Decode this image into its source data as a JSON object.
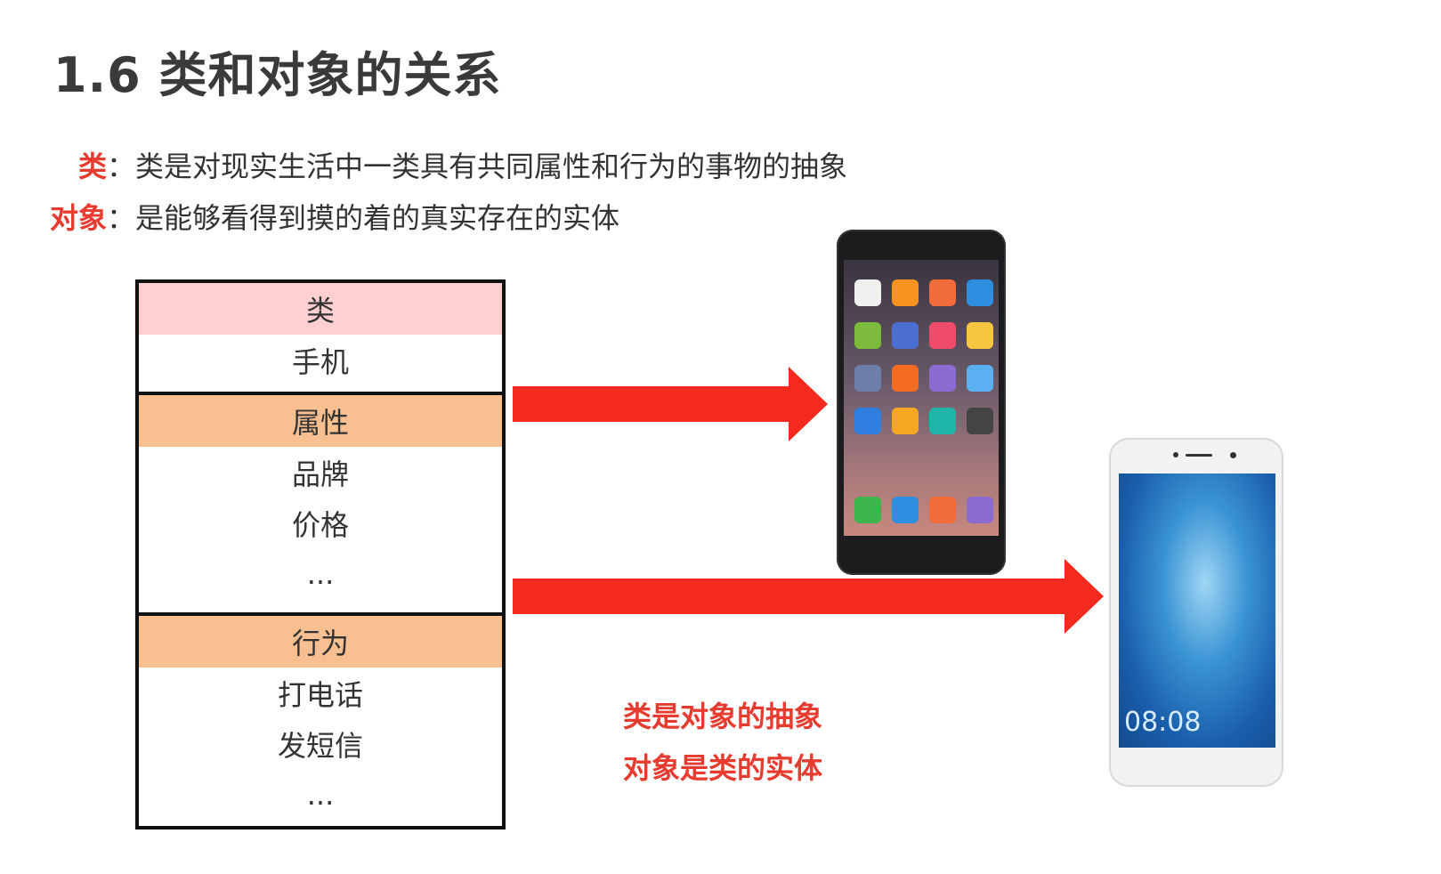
{
  "title": "1.6 类和对象的关系",
  "definitions": [
    {
      "key": "类",
      "text": "：类是对现实生活中一类具有共同属性和行为的事物的抽象"
    },
    {
      "key": "对象",
      "text": "：是能够看得到摸的着的真实存在的实体"
    }
  ],
  "class_box": {
    "class_header": "类",
    "class_name": "手机",
    "attributes_header": "属性",
    "attributes": [
      "品牌",
      "价格",
      "..."
    ],
    "behaviors_header": "行为",
    "behaviors": [
      "打电话",
      "发短信",
      "..."
    ]
  },
  "phone2_clock": "08:08",
  "summary": [
    "类是对象的抽象",
    "对象是类的实体"
  ],
  "colors": {
    "accent_red": "#e63b2e",
    "arrow_red": "#f42a1e",
    "class_header_pink": "#ffd0cf",
    "section_header_orange": "#f8c090"
  }
}
